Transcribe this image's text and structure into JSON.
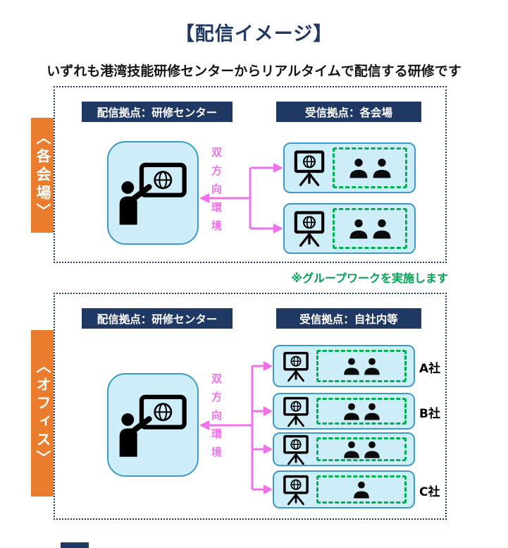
{
  "title": "【配信イメージ】",
  "subtitle": "いずれも港湾技能研修センターからリアルタイムで配信する研修です",
  "note": "※グループワークを実施します",
  "colors": {
    "navy": "#1f3864",
    "orange": "#e97d2d",
    "light_blue_fill": "#cdeef9",
    "blue_border": "#3d9ac8",
    "green_dashed": "#00b050",
    "green_note": "#00a152",
    "pink_arrows": "#ef72ea"
  },
  "icons": {
    "presenter": "presenter-screen-icon",
    "receiver_board": "screen-board-icon",
    "trainee": "person-icon"
  },
  "sections": [
    {
      "side_label": "〈各会場〉",
      "sender_header": "配信拠点：研修センター",
      "receiver_header": "受信拠点：各会場",
      "channel_label": "双方向環境",
      "receivers": [
        {
          "label": "",
          "people": 2
        },
        {
          "label": "",
          "people": 2
        }
      ]
    },
    {
      "side_label": "〈オフィス〉",
      "sender_header": "配信拠点：研修センター",
      "receiver_header": "受信拠点：自社内等",
      "channel_label": "双方向環境",
      "receivers": [
        {
          "label": "A社",
          "people": 2
        },
        {
          "label": "B社",
          "people": 2
        },
        {
          "label": "",
          "people": 2
        },
        {
          "label": "C社",
          "people": 1
        }
      ]
    }
  ]
}
